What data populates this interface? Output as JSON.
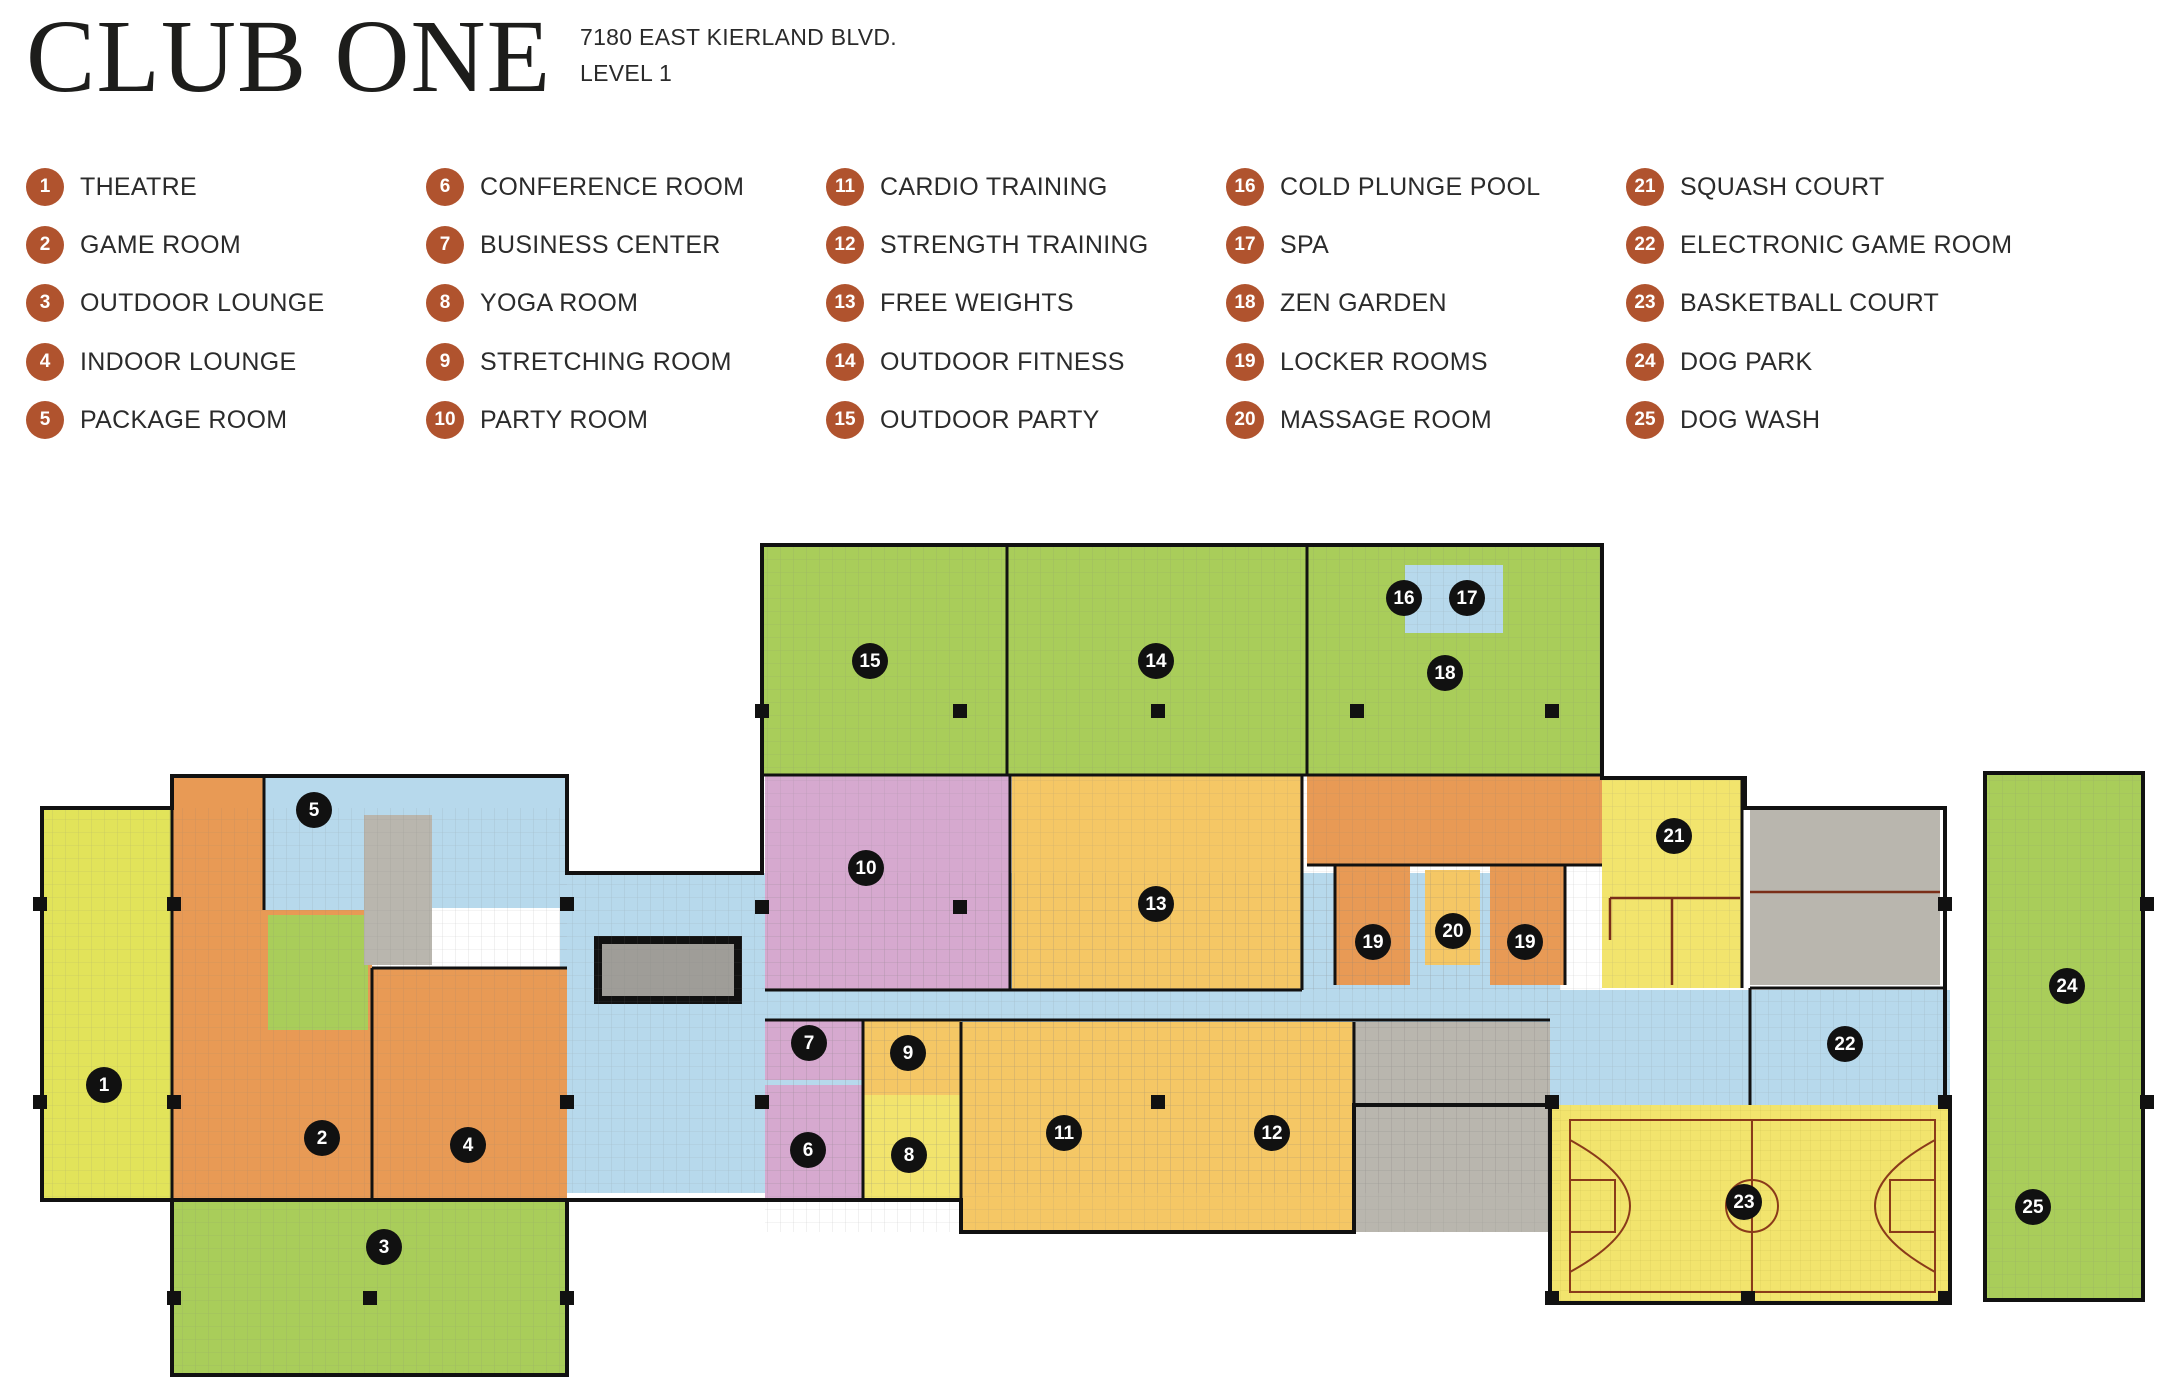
{
  "header": {
    "title": "CLUB ONE",
    "address": "7180 EAST KIERLAND BLVD.",
    "level": "LEVEL 1"
  },
  "legend": [
    {
      "num": "1",
      "label": "THEATRE"
    },
    {
      "num": "2",
      "label": "GAME ROOM"
    },
    {
      "num": "3",
      "label": "OUTDOOR LOUNGE"
    },
    {
      "num": "4",
      "label": "INDOOR LOUNGE"
    },
    {
      "num": "5",
      "label": "PACKAGE ROOM"
    },
    {
      "num": "6",
      "label": "CONFERENCE ROOM"
    },
    {
      "num": "7",
      "label": "BUSINESS CENTER"
    },
    {
      "num": "8",
      "label": "YOGA ROOM"
    },
    {
      "num": "9",
      "label": "STRETCHING ROOM"
    },
    {
      "num": "10",
      "label": "PARTY ROOM"
    },
    {
      "num": "11",
      "label": "CARDIO TRAINING"
    },
    {
      "num": "12",
      "label": "STRENGTH TRAINING"
    },
    {
      "num": "13",
      "label": "FREE WEIGHTS"
    },
    {
      "num": "14",
      "label": "OUTDOOR FITNESS"
    },
    {
      "num": "15",
      "label": "OUTDOOR PARTY"
    },
    {
      "num": "16",
      "label": "COLD PLUNGE POOL"
    },
    {
      "num": "17",
      "label": "SPA"
    },
    {
      "num": "18",
      "label": "ZEN GARDEN"
    },
    {
      "num": "19",
      "label": "LOCKER ROOMS"
    },
    {
      "num": "20",
      "label": "MASSAGE ROOM"
    },
    {
      "num": "21",
      "label": "SQUASH COURT"
    },
    {
      "num": "22",
      "label": "ELECTRONIC GAME ROOM"
    },
    {
      "num": "23",
      "label": "BASKETBALL COURT"
    },
    {
      "num": "24",
      "label": "DOG PARK"
    },
    {
      "num": "25",
      "label": "DOG WASH"
    }
  ],
  "markers": [
    "1",
    "2",
    "3",
    "4",
    "5",
    "6",
    "7",
    "8",
    "9",
    "10",
    "11",
    "12",
    "13",
    "14",
    "15",
    "16",
    "17",
    "18",
    "19",
    "19",
    "20",
    "21",
    "22",
    "23",
    "24",
    "25"
  ],
  "colors": {
    "legend_badge": "#b0532e",
    "theatre": "#e2e35a",
    "game_lounge": "#e89a55",
    "outdoor": "#a9cd5a",
    "corridor": "#b7d9ec",
    "party": "#d6a9cf",
    "fitness": "#f5c765",
    "locker": "#e89a55",
    "squash_court": "#f2e46d",
    "service": "#b9b6ae",
    "marker": "#111111"
  }
}
